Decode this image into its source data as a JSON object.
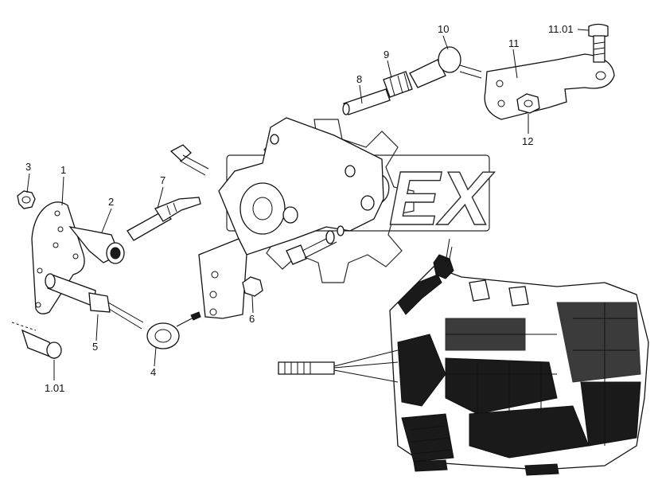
{
  "watermark": {
    "text": "OPEX"
  },
  "labels": [
    {
      "id": "3",
      "text": "3"
    },
    {
      "id": "1",
      "text": "1"
    },
    {
      "id": "2",
      "text": "2"
    },
    {
      "id": "7",
      "text": "7"
    },
    {
      "id": "5",
      "text": "5"
    },
    {
      "id": "4",
      "text": "4"
    },
    {
      "id": "6",
      "text": "6"
    },
    {
      "id": "1.01",
      "text": "1.01"
    },
    {
      "id": "8",
      "text": "8"
    },
    {
      "id": "9",
      "text": "9"
    },
    {
      "id": "10",
      "text": "10"
    },
    {
      "id": "11",
      "text": "11"
    },
    {
      "id": "11.01",
      "text": "11.01"
    },
    {
      "id": "12",
      "text": "12"
    }
  ]
}
